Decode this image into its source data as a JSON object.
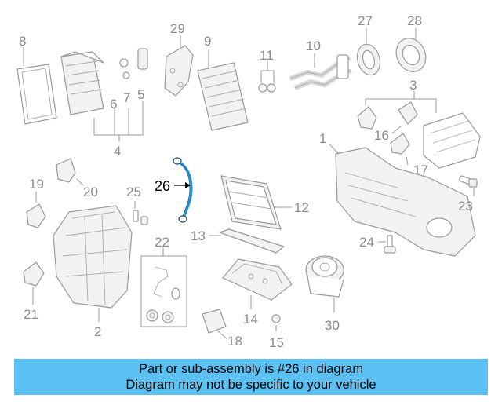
{
  "callouts": {
    "n1": "1",
    "n2": "2",
    "n3": "3",
    "n4": "4",
    "n5": "5",
    "n6": "6",
    "n7": "7",
    "n8": "8",
    "n9": "9",
    "n10": "10",
    "n11": "11",
    "n12": "12",
    "n13": "13",
    "n14": "14",
    "n15": "15",
    "n16": "16",
    "n17": "17",
    "n18": "18",
    "n19": "19",
    "n20": "20",
    "n21": "21",
    "n22": "22",
    "n23": "23",
    "n24": "24",
    "n25": "25",
    "n26": "26",
    "n27": "27",
    "n28": "28",
    "n29": "29",
    "n30": "30"
  },
  "highlight": {
    "color": "#1e8fd0"
  },
  "banner": {
    "line1": "Part or sub-assembly is #26 in diagram",
    "line2": "Diagram may not be specific to your vehicle",
    "color": "#5bc1f2"
  }
}
